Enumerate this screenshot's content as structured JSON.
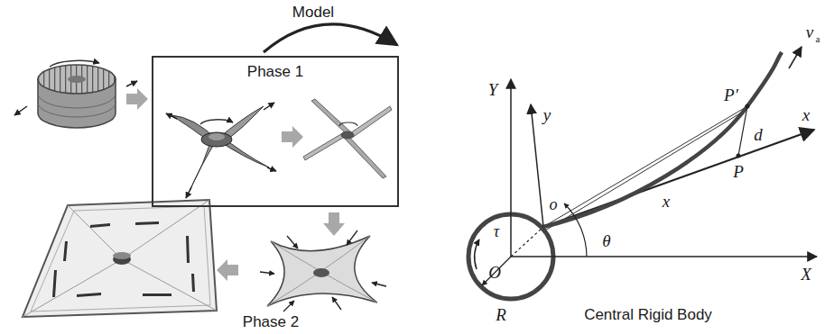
{
  "diagram": {
    "nodes": [
      {
        "text": [
          "Phase 1"
        ]
      }
    ],
    "labels": [
      "Model",
      "Phase 2",
      "Y",
      "y",
      "v",
      "a",
      "P′",
      "o",
      "d",
      "x",
      "τ",
      "x",
      "P",
      "O",
      "θ",
      "X",
      "R",
      "Central Rigid Body"
    ]
  }
}
